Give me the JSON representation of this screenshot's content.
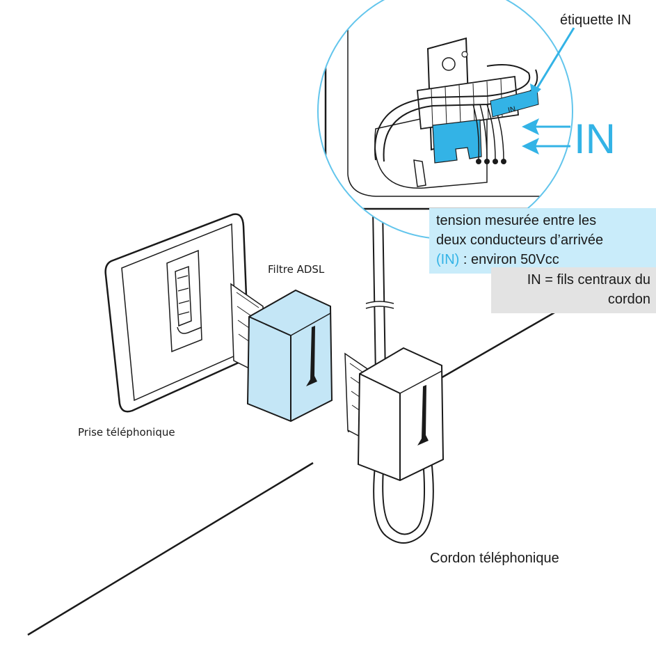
{
  "labels": {
    "etiquette": "étiquette IN",
    "big_in": "IN",
    "tension_line1": "tension mesurée entre les",
    "tension_line2": "deux conducteurs d’arrivée",
    "tension_in": "(IN)",
    "tension_rest": " : environ 50Vcc",
    "in_fils_line1": "IN = fils centraux du",
    "in_fils_line2": "cordon",
    "filtre": "Filtre ADSL",
    "prise": "Prise téléphonique",
    "cordon": "Cordon téléphonique",
    "tag_in": "IN"
  },
  "colors": {
    "accent": "#33b3e6",
    "light_blue": "#c9ecfa",
    "filter_fill": "#c4e6f6",
    "grey_box": "#e3e3e3",
    "line": "#1a1a1a"
  }
}
